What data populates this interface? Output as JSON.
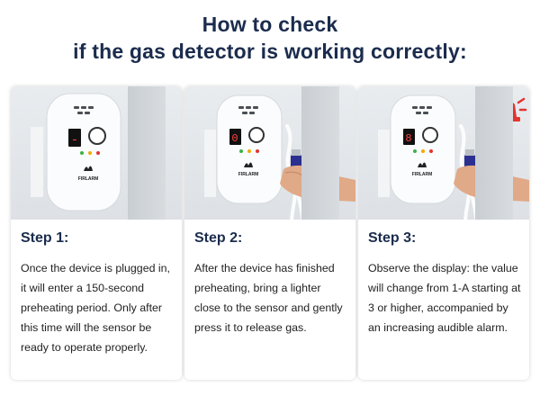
{
  "header": {
    "title_line1": "How to check",
    "title_line2": "if the gas detector is working correctly:"
  },
  "steps": [
    {
      "label": "Step 1:",
      "text": "Once the device is plugged in, it will enter a 150-second preheating period. Only after this time will the sensor be ready to operate properly.",
      "display": "-"
    },
    {
      "label": "Step 2:",
      "text": "After the device has finished preheating, bring a lighter close to the sensor and gently press it to release gas.",
      "display": "0"
    },
    {
      "label": "Step 3:",
      "text": "Observe the display: the value will change from 1-A starting at 3 or higher, accompanied by an increasing audible alarm.",
      "display": "8"
    }
  ],
  "device": {
    "brand": "FIRLARM"
  },
  "colors": {
    "title": "#1b2c4d",
    "alarm": "#e3342f"
  }
}
